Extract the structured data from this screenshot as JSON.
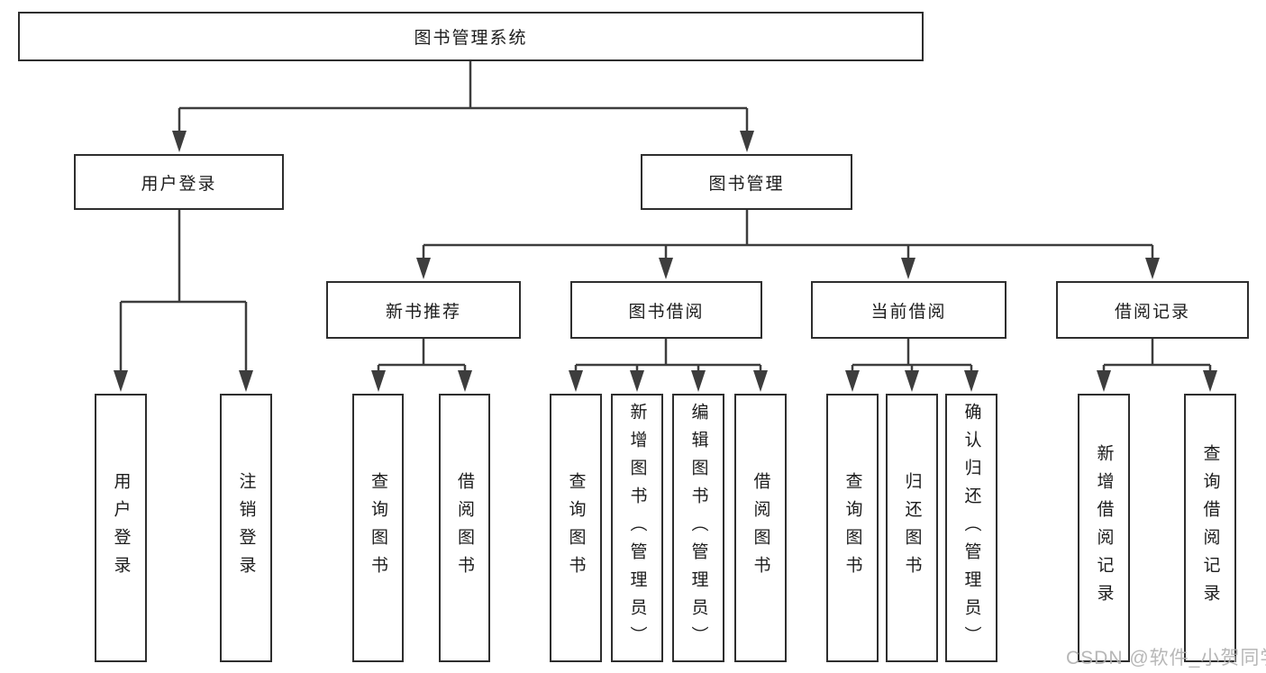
{
  "diagram": {
    "type": "tree",
    "tree": {
      "label": "图书管理系统",
      "children": [
        {
          "label": "用户登录",
          "children": [
            {
              "label": "用户登录"
            },
            {
              "label": "注销登录"
            }
          ]
        },
        {
          "label": "图书管理",
          "children": [
            {
              "label": "新书推荐",
              "children": [
                {
                  "label": "查询图书"
                },
                {
                  "label": "借阅图书"
                }
              ]
            },
            {
              "label": "图书借阅",
              "children": [
                {
                  "label": "查询图书"
                },
                {
                  "label": "新增图书（管理员）"
                },
                {
                  "label": "编辑图书（管理员）"
                },
                {
                  "label": "借阅图书"
                }
              ]
            },
            {
              "label": "当前借阅",
              "children": [
                {
                  "label": "查询图书"
                },
                {
                  "label": "归还图书"
                },
                {
                  "label": "确认归还（管理员）"
                }
              ]
            },
            {
              "label": "借阅记录",
              "children": [
                {
                  "label": "新增借阅记录"
                },
                {
                  "label": "查询借阅记录"
                }
              ]
            }
          ]
        }
      ]
    }
  },
  "watermark": {
    "text": "CSDN @软件_小贺同学"
  },
  "colors": {
    "background": "#ffffff",
    "box_border": "#2e2e2e",
    "line": "#3d3d3d",
    "text": "#1c1c1c",
    "watermark": "#afafaf"
  }
}
